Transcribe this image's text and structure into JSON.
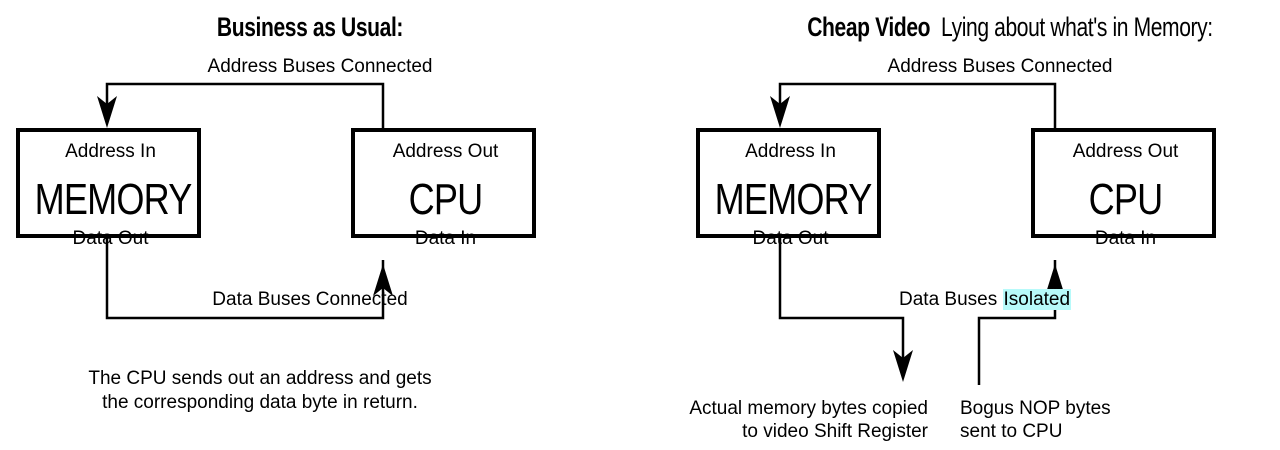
{
  "left": {
    "title": "Business as Usual:",
    "address_bus_label": "Address Buses Connected",
    "memory": {
      "top": "Address In",
      "name": "MEMORY",
      "bottom": "Data Out"
    },
    "cpu": {
      "top": "Address Out",
      "name": "CPU",
      "bottom": "Data In"
    },
    "data_bus_label": "Data Buses Connected",
    "caption_line1": "The CPU sends out an address and gets",
    "caption_line2": "the corresponding data byte in return."
  },
  "right": {
    "title_bold": "Cheap Video",
    "title_rest": "Lying about what's in Memory:",
    "address_bus_label": "Address Buses Connected",
    "memory": {
      "top": "Address In",
      "name": "MEMORY",
      "bottom": "Data Out"
    },
    "cpu": {
      "top": "Address Out",
      "name": "CPU",
      "bottom": "Data In"
    },
    "data_bus_label_prefix": "Data Buses",
    "data_bus_label_highlight": "Isolated",
    "highlight_color": "#b7fafa",
    "memory_output_line1": "Actual memory bytes copied",
    "memory_output_line2": "to video Shift Register",
    "cpu_input_line1": "Bogus NOP bytes",
    "cpu_input_line2": "sent to CPU"
  }
}
